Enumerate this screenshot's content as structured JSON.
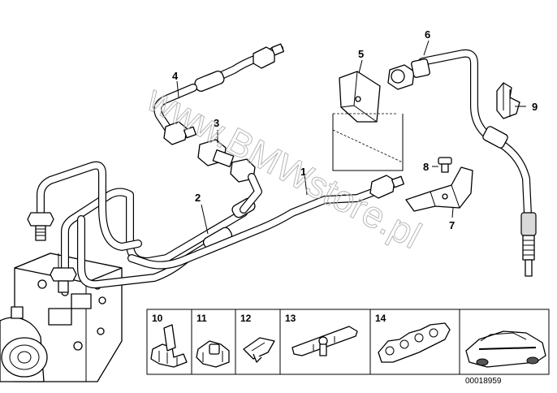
{
  "watermark": "www.BMWstore.pl",
  "callouts": {
    "p1": "1",
    "p2": "2",
    "p3": "3",
    "p4": "4",
    "p5": "5",
    "p6": "6",
    "p7": "7",
    "p8": "8",
    "p9": "9"
  },
  "inset_panels": [
    {
      "label": "10"
    },
    {
      "label": "11"
    },
    {
      "label": "12"
    },
    {
      "label": "13"
    },
    {
      "label": "14"
    }
  ],
  "document_number": "00018959"
}
